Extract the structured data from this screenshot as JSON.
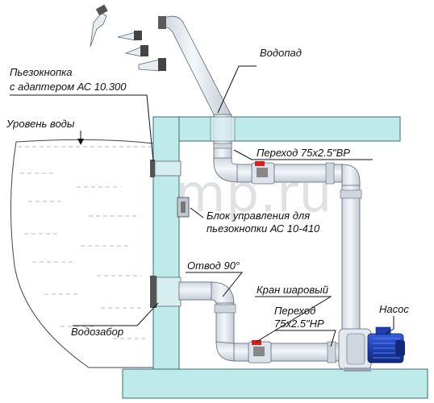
{
  "watermark": "rupump.ru",
  "labels": {
    "waterfall": "Водопад",
    "piezo_button_line1": "Пьезокнопка",
    "piezo_button_line2": "с адаптером АС 10.300",
    "water_level": "Уровень воды",
    "adapter_top": "Переход 75х2.5\"ВР",
    "control_block_line1": "Блок управления для",
    "control_block_line2": "пьезокнопки АС 10-410",
    "elbow": "Отвод 90°",
    "ball_valve": "Кран шаровый",
    "adapter_bottom_line1": "Переход",
    "adapter_bottom_line2": "75х2.5\"НР",
    "pump": "Насос",
    "water_intake": "Водозабор"
  },
  "colors": {
    "wall": "#bfeaea",
    "wall_edge": "#3a6f73",
    "pipe": "#e3e9ef",
    "valve_handle": "#d22020",
    "pump_motor": "#1f3fb0"
  }
}
